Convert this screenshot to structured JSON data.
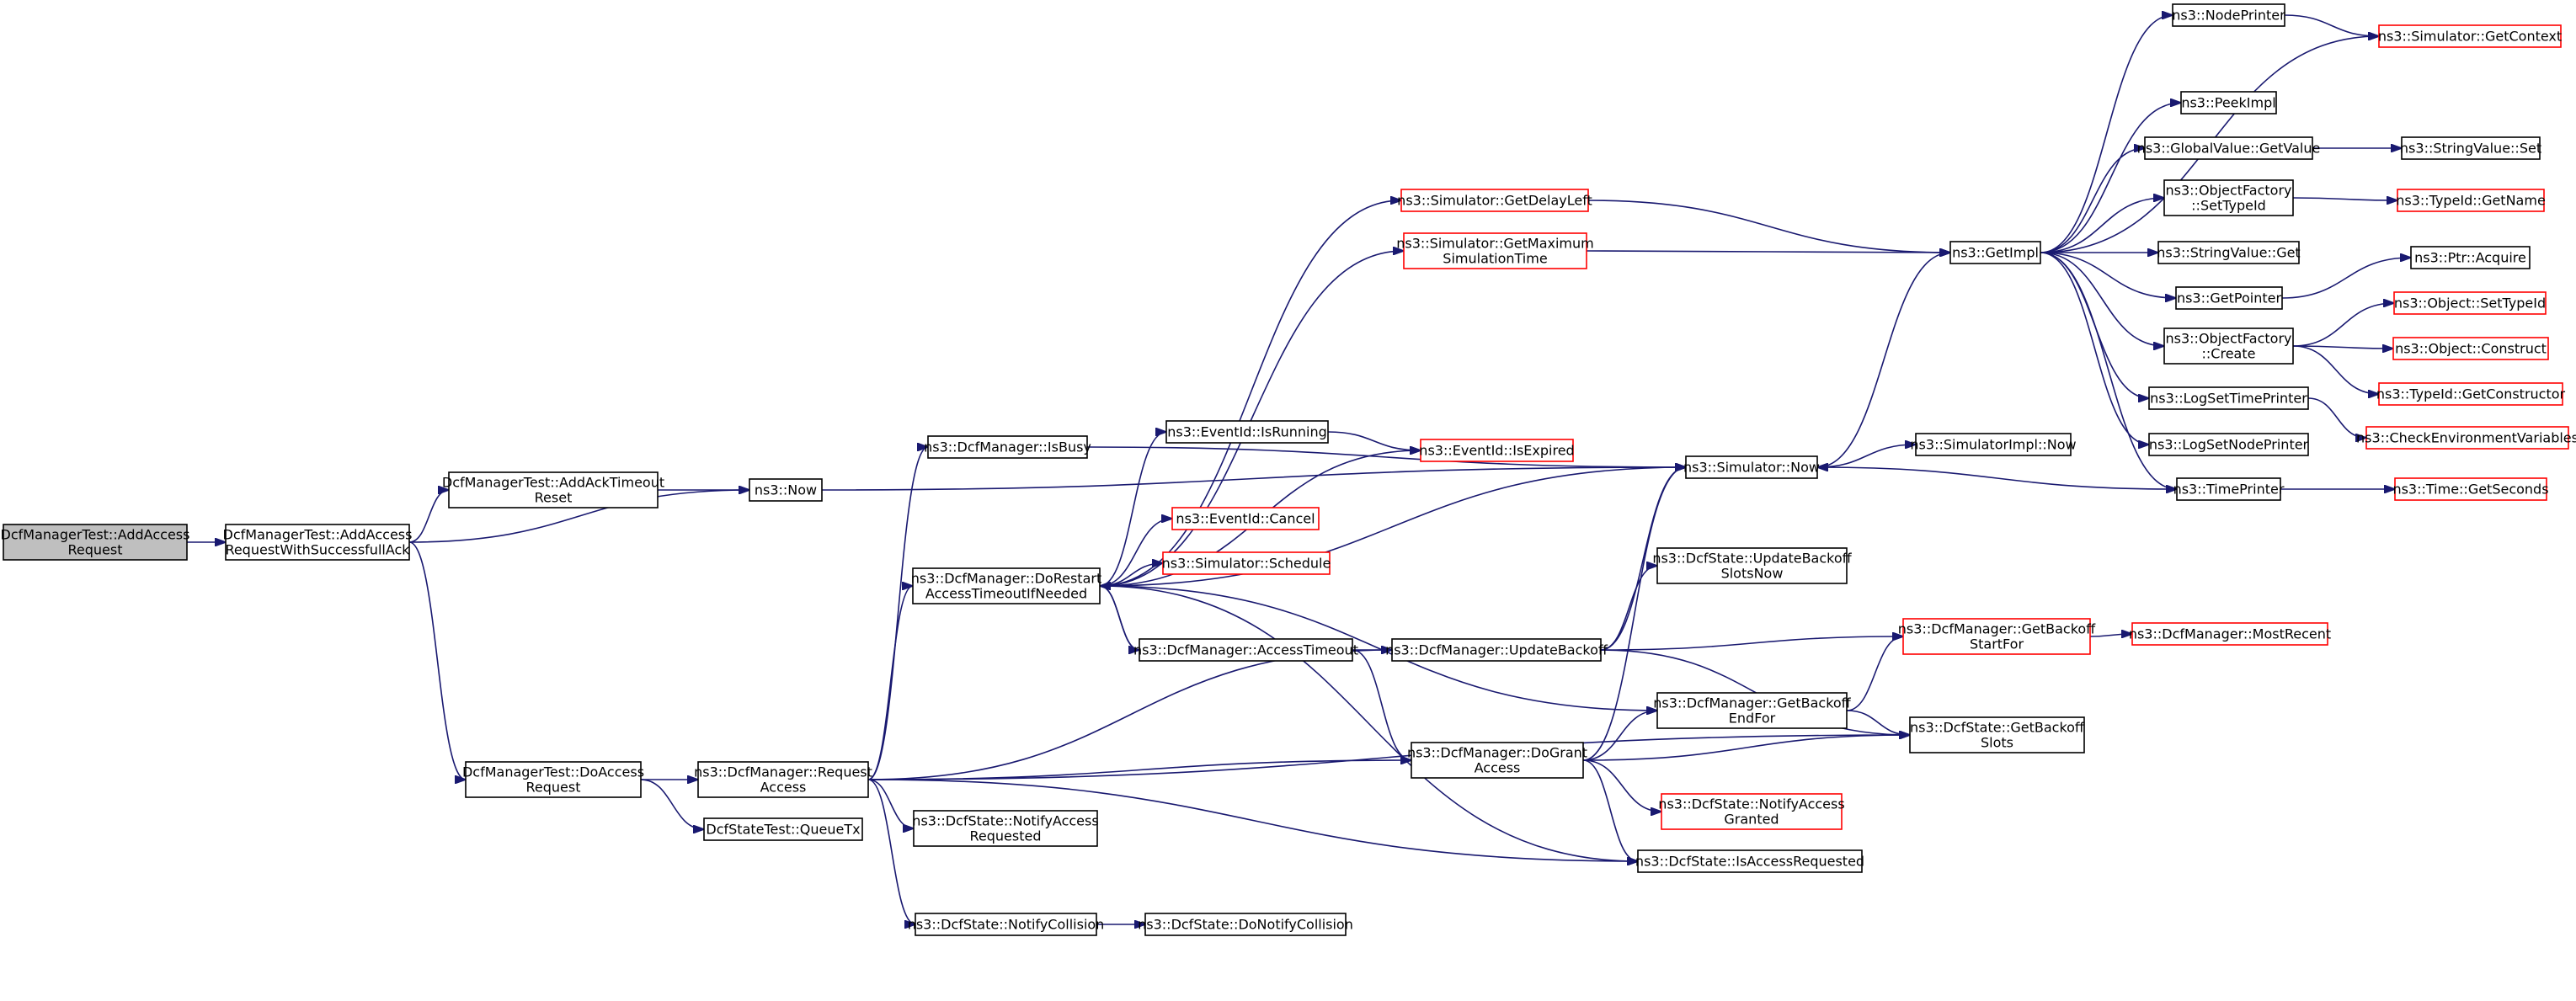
{
  "graph": {
    "colors": {
      "edge": "#191970",
      "border_normal": "#000000",
      "border_external": "#ff0000",
      "fill_root": "#bfbfbf",
      "fill_normal": "#ffffff"
    },
    "nodes": [
      {
        "id": "root",
        "lines": [
          "DcfManagerTest::AddAccess",
          "Request"
        ],
        "style": "root"
      },
      {
        "id": "addAccessAck",
        "lines": [
          "DcfManagerTest::AddAccess",
          "RequestWithSuccessfullAck"
        ],
        "style": "normal"
      },
      {
        "id": "addAckTimeoutReset",
        "lines": [
          "DcfManagerTest::AddAckTimeout",
          "Reset"
        ],
        "style": "normal"
      },
      {
        "id": "doAccessRequest",
        "lines": [
          "DcfManagerTest::DoAccess",
          "Request"
        ],
        "style": "normal"
      },
      {
        "id": "ns3Now",
        "lines": [
          "ns3::Now"
        ],
        "style": "normal"
      },
      {
        "id": "requestAccess",
        "lines": [
          "ns3::DcfManager::Request",
          "Access"
        ],
        "style": "normal"
      },
      {
        "id": "queueTx",
        "lines": [
          "DcfStateTest::QueueTx"
        ],
        "style": "normal"
      },
      {
        "id": "isBusy",
        "lines": [
          "ns3::DcfManager::IsBusy"
        ],
        "style": "normal"
      },
      {
        "id": "doRestart",
        "lines": [
          "ns3::DcfManager::DoRestart",
          "AccessTimeoutIfNeeded"
        ],
        "style": "normal"
      },
      {
        "id": "notifyAccessRequested",
        "lines": [
          "ns3::DcfState::NotifyAccess",
          "Requested"
        ],
        "style": "normal"
      },
      {
        "id": "notifyCollision",
        "lines": [
          "ns3::DcfState::NotifyCollision"
        ],
        "style": "normal"
      },
      {
        "id": "eventIsRunning",
        "lines": [
          "ns3::EventId::IsRunning"
        ],
        "style": "normal"
      },
      {
        "id": "eventCancel",
        "lines": [
          "ns3::EventId::Cancel"
        ],
        "style": "external"
      },
      {
        "id": "simSchedule",
        "lines": [
          "ns3::Simulator::Schedule"
        ],
        "style": "external"
      },
      {
        "id": "accessTimeout",
        "lines": [
          "ns3::DcfManager::AccessTimeout"
        ],
        "style": "normal"
      },
      {
        "id": "doNotifyCollision",
        "lines": [
          "ns3::DcfState::DoNotifyCollision"
        ],
        "style": "normal"
      },
      {
        "id": "getDelayLeft",
        "lines": [
          "ns3::Simulator::GetDelayLeft"
        ],
        "style": "external"
      },
      {
        "id": "getMaxSimTime",
        "lines": [
          "ns3::Simulator::GetMaximum",
          "SimulationTime"
        ],
        "style": "external"
      },
      {
        "id": "eventIsExpired",
        "lines": [
          "ns3::EventId::IsExpired"
        ],
        "style": "external"
      },
      {
        "id": "updateBackoff",
        "lines": [
          "ns3::DcfManager::UpdateBackoff"
        ],
        "style": "normal"
      },
      {
        "id": "doGrantAccess",
        "lines": [
          "ns3::DcfManager::DoGrant",
          "Access"
        ],
        "style": "normal"
      },
      {
        "id": "simNow",
        "lines": [
          "ns3::Simulator::Now"
        ],
        "style": "normal"
      },
      {
        "id": "updateBackoffSlotsNow",
        "lines": [
          "ns3::DcfState::UpdateBackoff",
          "SlotsNow"
        ],
        "style": "normal"
      },
      {
        "id": "getBackoffEndFor",
        "lines": [
          "ns3::DcfManager::GetBackoff",
          "EndFor"
        ],
        "style": "normal"
      },
      {
        "id": "notifyAccessGranted",
        "lines": [
          "ns3::DcfState::NotifyAccess",
          "Granted"
        ],
        "style": "external"
      },
      {
        "id": "isAccessRequested",
        "lines": [
          "ns3::DcfState::IsAccessRequested"
        ],
        "style": "normal"
      },
      {
        "id": "getImpl",
        "lines": [
          "ns3::GetImpl"
        ],
        "style": "normal"
      },
      {
        "id": "simImplNow",
        "lines": [
          "ns3::SimulatorImpl::Now"
        ],
        "style": "normal"
      },
      {
        "id": "getBackoffStartFor",
        "lines": [
          "ns3::DcfManager::GetBackoff",
          "StartFor"
        ],
        "style": "external"
      },
      {
        "id": "getBackoffSlots",
        "lines": [
          "ns3::DcfState::GetBackoff",
          "Slots"
        ],
        "style": "normal"
      },
      {
        "id": "nodePrinter",
        "lines": [
          "ns3::NodePrinter"
        ],
        "style": "normal"
      },
      {
        "id": "peekImpl",
        "lines": [
          "ns3::PeekImpl"
        ],
        "style": "normal"
      },
      {
        "id": "globalGetValue",
        "lines": [
          "ns3::GlobalValue::GetValue"
        ],
        "style": "normal"
      },
      {
        "id": "ofSetTypeId",
        "lines": [
          "ns3::ObjectFactory",
          "::SetTypeId"
        ],
        "style": "normal"
      },
      {
        "id": "stringValueGet",
        "lines": [
          "ns3::StringValue::Get"
        ],
        "style": "normal"
      },
      {
        "id": "getPointer",
        "lines": [
          "ns3::GetPointer"
        ],
        "style": "normal"
      },
      {
        "id": "ofCreate",
        "lines": [
          "ns3::ObjectFactory",
          "::Create"
        ],
        "style": "normal"
      },
      {
        "id": "logSetTimePrinter",
        "lines": [
          "ns3::LogSetTimePrinter"
        ],
        "style": "normal"
      },
      {
        "id": "logSetNodePrinter",
        "lines": [
          "ns3::LogSetNodePrinter"
        ],
        "style": "normal"
      },
      {
        "id": "timePrinter",
        "lines": [
          "ns3::TimePrinter"
        ],
        "style": "normal"
      },
      {
        "id": "mostRecent",
        "lines": [
          "ns3::DcfManager::MostRecent"
        ],
        "style": "external"
      },
      {
        "id": "simGetContext",
        "lines": [
          "ns3::Simulator::GetContext"
        ],
        "style": "external"
      },
      {
        "id": "stringValueSet",
        "lines": [
          "ns3::StringValue::Set"
        ],
        "style": "normal"
      },
      {
        "id": "typeIdGetName",
        "lines": [
          "ns3::TypeId::GetName"
        ],
        "style": "external"
      },
      {
        "id": "ptrAcquire",
        "lines": [
          "ns3::Ptr::Acquire"
        ],
        "style": "normal"
      },
      {
        "id": "objSetTypeId",
        "lines": [
          "ns3::Object::SetTypeId"
        ],
        "style": "external"
      },
      {
        "id": "objConstruct",
        "lines": [
          "ns3::Object::Construct"
        ],
        "style": "external"
      },
      {
        "id": "typeIdGetConstructor",
        "lines": [
          "ns3::TypeId::GetConstructor"
        ],
        "style": "external"
      },
      {
        "id": "checkEnvVars",
        "lines": [
          "ns3::CheckEnvironmentVariables"
        ],
        "style": "external"
      },
      {
        "id": "timeGetSeconds",
        "lines": [
          "ns3::Time::GetSeconds"
        ],
        "style": "external"
      }
    ],
    "edges": [
      [
        "root",
        "addAccessAck"
      ],
      [
        "addAccessAck",
        "addAckTimeoutReset"
      ],
      [
        "addAccessAck",
        "ns3Now"
      ],
      [
        "addAccessAck",
        "doAccessRequest"
      ],
      [
        "addAckTimeoutReset",
        "ns3Now"
      ],
      [
        "doAccessRequest",
        "requestAccess"
      ],
      [
        "doAccessRequest",
        "queueTx"
      ],
      [
        "ns3Now",
        "simNow"
      ],
      [
        "requestAccess",
        "isBusy"
      ],
      [
        "requestAccess",
        "doRestart"
      ],
      [
        "requestAccess",
        "updateBackoff"
      ],
      [
        "requestAccess",
        "doGrantAccess"
      ],
      [
        "requestAccess",
        "notifyAccessRequested"
      ],
      [
        "requestAccess",
        "notifyCollision"
      ],
      [
        "requestAccess",
        "isAccessRequested"
      ],
      [
        "requestAccess",
        "getBackoffSlots"
      ],
      [
        "isBusy",
        "simNow"
      ],
      [
        "doRestart",
        "getDelayLeft"
      ],
      [
        "doRestart",
        "getMaxSimTime"
      ],
      [
        "doRestart",
        "simNow"
      ],
      [
        "doRestart",
        "eventIsRunning"
      ],
      [
        "doRestart",
        "eventIsExpired"
      ],
      [
        "doRestart",
        "eventCancel"
      ],
      [
        "doRestart",
        "simSchedule"
      ],
      [
        "doRestart",
        "accessTimeout"
      ],
      [
        "doRestart",
        "getBackoffEndFor"
      ],
      [
        "doRestart",
        "isAccessRequested"
      ],
      [
        "accessTimeout",
        "doRestart"
      ],
      [
        "accessTimeout",
        "updateBackoff"
      ],
      [
        "accessTimeout",
        "doGrantAccess"
      ],
      [
        "notifyCollision",
        "doNotifyCollision"
      ],
      [
        "eventIsRunning",
        "eventIsExpired"
      ],
      [
        "getDelayLeft",
        "getImpl"
      ],
      [
        "getMaxSimTime",
        "getImpl"
      ],
      [
        "updateBackoff",
        "simNow"
      ],
      [
        "updateBackoff",
        "updateBackoffSlotsNow"
      ],
      [
        "updateBackoff",
        "getBackoffStartFor"
      ],
      [
        "updateBackoff",
        "getBackoffSlots"
      ],
      [
        "doGrantAccess",
        "simNow"
      ],
      [
        "doGrantAccess",
        "getBackoffEndFor"
      ],
      [
        "doGrantAccess",
        "getBackoffSlots"
      ],
      [
        "doGrantAccess",
        "notifyAccessGranted"
      ],
      [
        "doGrantAccess",
        "isAccessRequested"
      ],
      [
        "getBackoffEndFor",
        "getBackoffStartFor"
      ],
      [
        "getBackoffEndFor",
        "getBackoffSlots"
      ],
      [
        "getBackoffStartFor",
        "mostRecent"
      ],
      [
        "simNow",
        "getImpl"
      ],
      [
        "simNow",
        "simImplNow"
      ],
      [
        "getImpl",
        "nodePrinter"
      ],
      [
        "getImpl",
        "simGetContext"
      ],
      [
        "getImpl",
        "peekImpl"
      ],
      [
        "getImpl",
        "globalGetValue"
      ],
      [
        "getImpl",
        "ofSetTypeId"
      ],
      [
        "getImpl",
        "stringValueGet"
      ],
      [
        "getImpl",
        "getPointer"
      ],
      [
        "getImpl",
        "ofCreate"
      ],
      [
        "getImpl",
        "logSetTimePrinter"
      ],
      [
        "getImpl",
        "logSetNodePrinter"
      ],
      [
        "getImpl",
        "timePrinter"
      ],
      [
        "nodePrinter",
        "simGetContext"
      ],
      [
        "globalGetValue",
        "stringValueSet"
      ],
      [
        "ofSetTypeId",
        "typeIdGetName"
      ],
      [
        "getPointer",
        "ptrAcquire"
      ],
      [
        "ofCreate",
        "objSetTypeId"
      ],
      [
        "ofCreate",
        "objConstruct"
      ],
      [
        "ofCreate",
        "typeIdGetConstructor"
      ],
      [
        "logSetTimePrinter",
        "checkEnvVars"
      ],
      [
        "timePrinter",
        "simNow"
      ],
      [
        "timePrinter",
        "timeGetSeconds"
      ]
    ]
  }
}
